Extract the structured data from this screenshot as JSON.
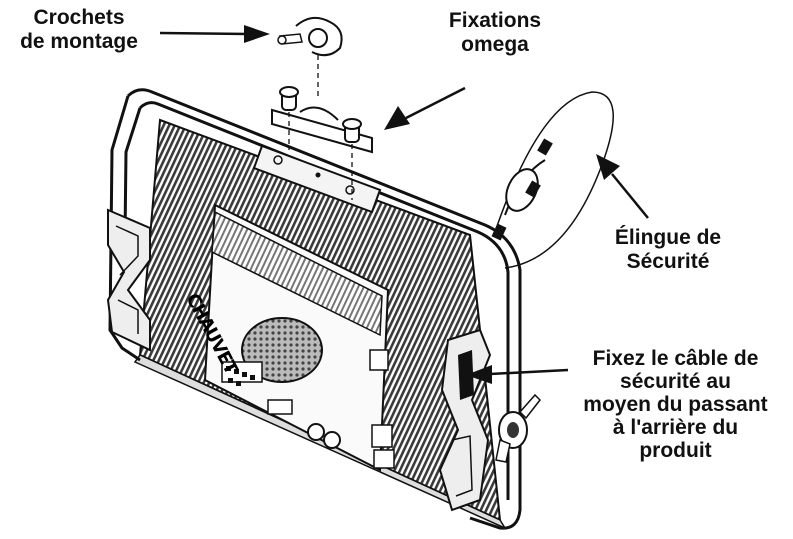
{
  "labels": {
    "crochets": [
      "Crochets",
      "de montage"
    ],
    "fixations": [
      "Fixations",
      "omega"
    ],
    "elingue": [
      "Élingue de",
      "Sécurité"
    ],
    "fixez": [
      "Fixez le câble de",
      "sécurité au",
      "moyen du passant",
      "à l'arrière du",
      "produit"
    ]
  },
  "logo": "CHAUVET",
  "colors": {
    "line": "#111111",
    "fin_dark": "#2b2b2b",
    "fin_light": "#9a9a9a",
    "background": "#ffffff"
  }
}
